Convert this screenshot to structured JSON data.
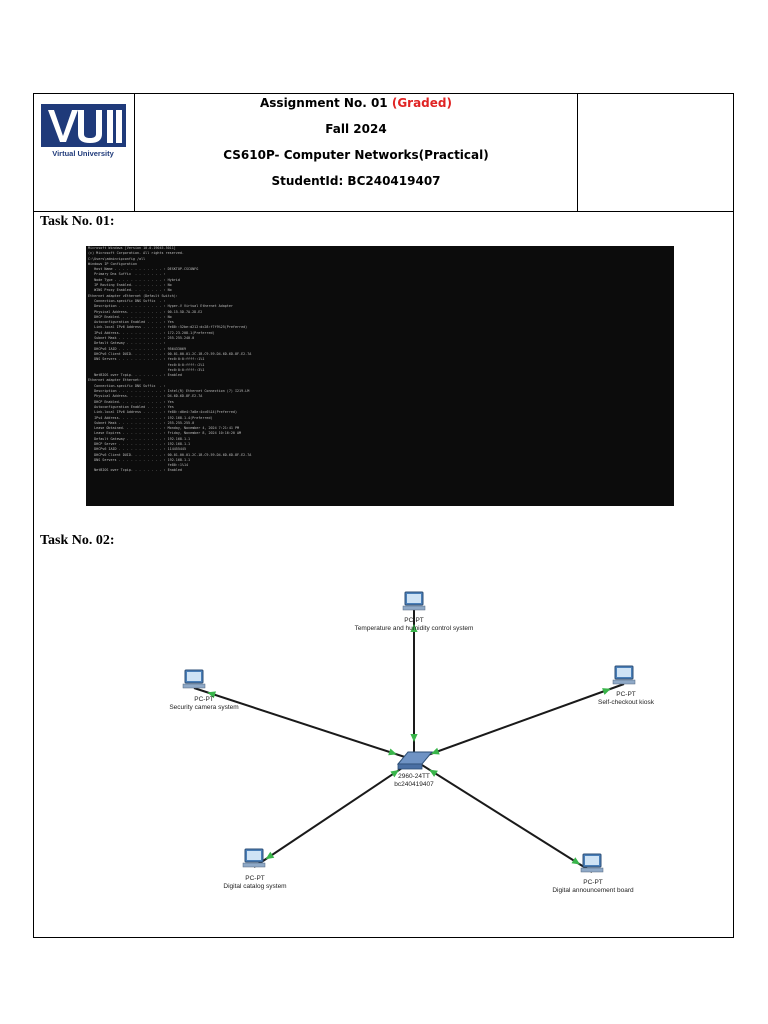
{
  "header": {
    "assignment_prefix": "Assignment No. 01 ",
    "assignment_status": "(Graded)",
    "term": "Fall 2024",
    "course": "CS610P- Computer Networks(Practical)",
    "student_id": "StudentId: BC240419407",
    "logo_text": "Virtual University"
  },
  "tasks": {
    "task1_label": "Task No. 01:",
    "task2_label": "Task No. 02:"
  },
  "terminal": {
    "lines": [
      "Microsoft Windows [Version 10.0.19045.5011]",
      "(c) Microsoft Corporation. All rights reserved.",
      "",
      "C:\\Users\\admin>ipconfig /all",
      "",
      "Windows IP Configuration",
      "",
      "   Host Name . . . . . . . . . . . . : DESKTOP-CSCONFG",
      "   Primary Dns Suffix  . . . . . . . :",
      "   Node Type . . . . . . . . . . . . : Hybrid",
      "   IP Routing Enabled. . . . . . . . : No",
      "   WINS Proxy Enabled. . . . . . . . : No",
      "",
      "Ethernet adapter vEthernet (Default Switch):",
      "",
      "   Connection-specific DNS Suffix  . :",
      "   Description . . . . . . . . . . . : Hyper-V Virtual Ethernet Adapter",
      "   Physical Address. . . . . . . . . : 00-15-5D-7A-2D-E2",
      "   DHCP Enabled. . . . . . . . . . . : No",
      "   Autoconfiguration Enabled . . . . : Yes",
      "   Link-local IPv6 Address . . . . . : fe80::52be:d212:dc28:f7f9%25(Preferred)",
      "   IPv4 Address. . . . . . . . . . . : 172.23.208.1(Preferred)",
      "   Subnet Mask . . . . . . . . . . . : 255.255.240.0",
      "   Default Gateway . . . . . . . . . :",
      "   DHCPv6 IAID . . . . . . . . . . . : 956433069",
      "   DHCPv6 Client DUID. . . . . . . . : 00-01-00-01-2C-1B-C9-59-D4-6D-6D-8F-E2-7A",
      "   DNS Servers . . . . . . . . . . . : fec0:0:0:ffff::1%1",
      "                                       fec0:0:0:ffff::2%1",
      "                                       fec0:0:0:ffff::3%1",
      "   NetBIOS over Tcpip. . . . . . . . : Enabled",
      "",
      "Ethernet adapter Ethernet:",
      "",
      "   Connection-specific DNS Suffix  . :",
      "   Description . . . . . . . . . . . : Intel(R) Ethernet Connection (7) I219-LM",
      "   Physical Address. . . . . . . . . : D4-6D-6D-8F-E2-7A",
      "   DHCP Enabled. . . . . . . . . . . : Yes",
      "   Autoconfiguration Enabled . . . . : Yes",
      "   Link-local IPv6 Address . . . . . : fe80::d0e4:7a8e:4cc6%14(Preferred)",
      "   IPv4 Address. . . . . . . . . . . : 192.168.1.4(Preferred)",
      "   Subnet Mask . . . . . . . . . . . : 255.255.255.0",
      "   Lease Obtained. . . . . . . . . . : Monday, November 4, 2024 7:21:41 PM",
      "   Lease Expires . . . . . . . . . . : Friday, November 8, 2024 10:16:20 AM",
      "   Default Gateway . . . . . . . . . : 192.168.1.1",
      "   DHCP Server . . . . . . . . . . . : 192.168.1.1",
      "   DHCPv6 IAID . . . . . . . . . . . : 114455445",
      "   DHCPv6 Client DUID. . . . . . . . : 00-01-00-01-2C-1B-C9-59-D4-6D-6D-8F-E2-7A",
      "   DNS Servers . . . . . . . . . . . : 192.168.1.1",
      "                                       fe80::1%14",
      "   NetBIOS over Tcpip. . . . . . . . : Enabled"
    ]
  },
  "network": {
    "switch_model": "2960-24TT",
    "switch_name": "bc240419407",
    "nodes": [
      {
        "type": "PC-PT",
        "name": "Temperature and humidity control system"
      },
      {
        "type": "PC-PT",
        "name": "Security camera system"
      },
      {
        "type": "PC-PT",
        "name": "Self-checkout kiosk"
      },
      {
        "type": "PC-PT",
        "name": "Digital catalog system"
      },
      {
        "type": "PC-PT",
        "name": "Digital announcement board"
      }
    ],
    "link_color": "#1a1a1a",
    "port_up_color": "#39b54a"
  }
}
